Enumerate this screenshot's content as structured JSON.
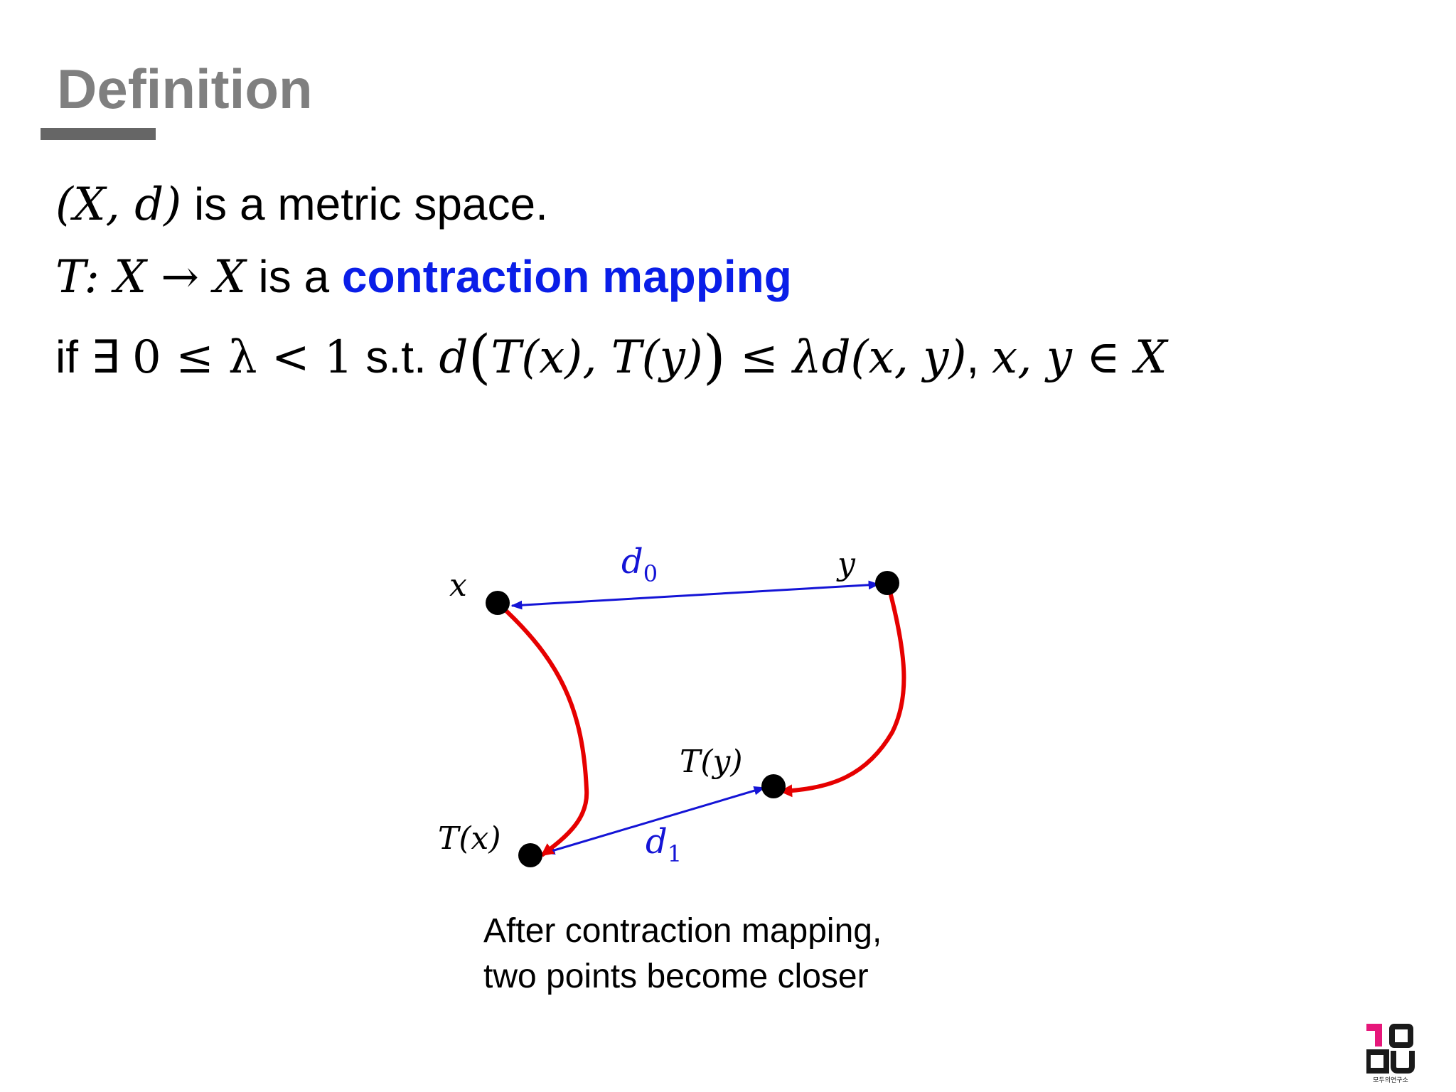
{
  "slide": {
    "title": "Definition",
    "line1": {
      "math_space": "(X, d)",
      "text": " is a metric space."
    },
    "line2": {
      "math_map": "T: X → X",
      "text": " is a ",
      "highlight": "contraction mapping",
      "highlight_color": "#0a1ee8"
    },
    "line3": {
      "if_text": "if ∃ ",
      "condition": "0 ≤ λ < 1",
      "st_text": " s.t. ",
      "lhs_d": "d",
      "lhs_inner": "T(x), T(y)",
      "rhs": " ≤ λd(x, y)",
      "comma": ", ",
      "domain": "x, y ∈ X"
    }
  },
  "diagram": {
    "labels": {
      "x": "x",
      "y": "y",
      "Tx": "T(x)",
      "Ty": "T(y)",
      "d0_main": "d",
      "d0_sub": "0",
      "d1_main": "d",
      "d1_sub": "1"
    },
    "colors": {
      "mapping_arrow": "#e60000",
      "distance_arrow": "#1414d6",
      "point": "#000000"
    }
  },
  "caption": {
    "line1": "After contraction mapping,",
    "line2": "two points become closer"
  },
  "logo": {
    "brand": "모두의연구소",
    "colors": [
      "#e6177a",
      "#1a1a1a"
    ]
  }
}
